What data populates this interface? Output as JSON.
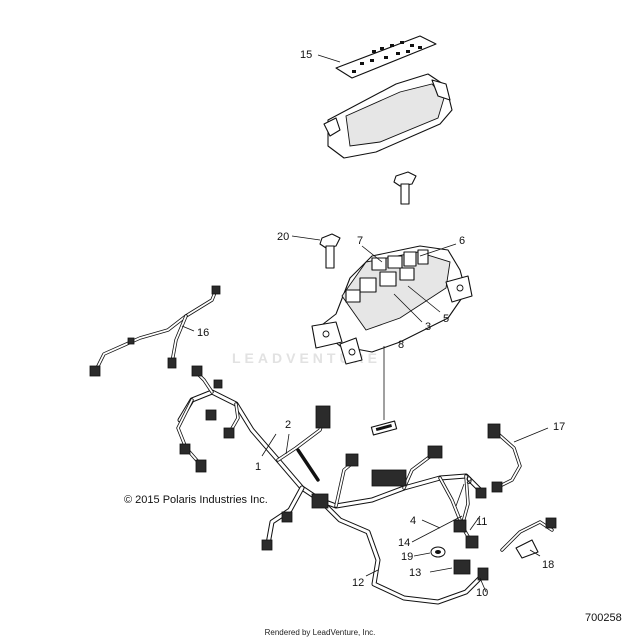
{
  "diagram": {
    "copyright": "© 2015 Polaris Industries Inc.",
    "diagram_number": "700258",
    "footer_credit": "Rendered by LeadVenture, Inc.",
    "watermark": "LEADVENTURE",
    "callouts": {
      "c1": "1",
      "c2": "2",
      "c3": "3",
      "c4": "4",
      "c5": "5",
      "c6": "6",
      "c7": "7",
      "c8": "8",
      "c9": "9",
      "c10": "10",
      "c11": "11",
      "c12": "12",
      "c13": "13",
      "c14": "14",
      "c15": "15",
      "c16": "16",
      "c17": "17",
      "c18": "18",
      "c19": "19",
      "c20": "20"
    }
  }
}
